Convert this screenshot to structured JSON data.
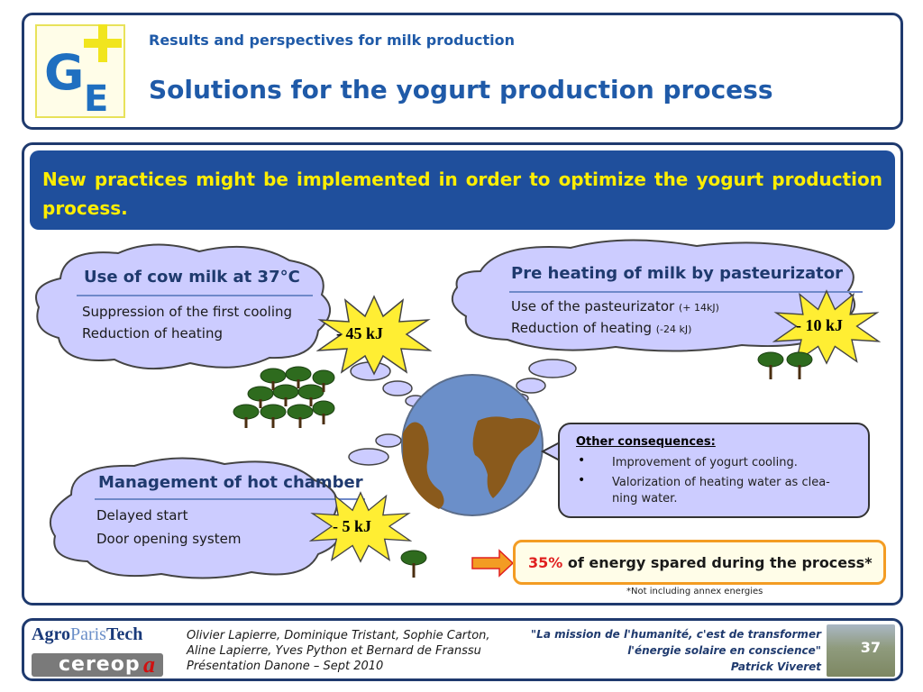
{
  "header": {
    "subtitle": "Results and perspectives for milk production",
    "title": "Solutions for the yogurt production process",
    "logo_g": "G",
    "logo_e": "E"
  },
  "banner": {
    "text": "New practices might be implemented in order to optimize the yogurt production process."
  },
  "clouds": {
    "cow_milk": {
      "title": "Use of cow milk at 37°C",
      "lines": [
        "Suppression of the first cooling",
        "Reduction of heating"
      ],
      "saving": "- 45 kJ"
    },
    "preheat": {
      "title": "Pre heating of milk by pasteurizator",
      "line1": "Use of the pasteurizator",
      "line1_note": "(+ 14kJ)",
      "line2": "Reduction of heating",
      "line2_note": "(-24 kJ)",
      "saving": "- 10 kJ"
    },
    "hot_chamber": {
      "title": "Management of hot chamber",
      "lines": [
        "Delayed start",
        "Door opening system"
      ],
      "saving": "- 5 kJ"
    }
  },
  "consequences": {
    "title": "Other consequences:",
    "items": [
      "Improvement of yogurt cooling.",
      "Valorization of heating water as clea-ning water."
    ]
  },
  "energy": {
    "percent": "35%",
    "text": "of energy spared during the process*",
    "note": "*Not including annex energies"
  },
  "footer": {
    "agro": "Agro",
    "paris": "Paris",
    "tech": "Tech",
    "cereopa": "cereop",
    "cereopa_a": "a",
    "authors": [
      "Olivier Lapierre, Dominique Tristant, Sophie Carton,",
      "Aline Lapierre, Yves Python et Bernard de Franssu",
      "Présentation Danone – Sept 2010"
    ],
    "quote": [
      "\"La mission de l'humanité, c'est de transformer",
      "l'énergie solaire en conscience\"",
      "Patrick Viveret"
    ],
    "page": "37"
  },
  "colors": {
    "frame": "#1f3a6e",
    "banner_bg": "#1f4f9c",
    "banner_text": "#ffee00",
    "cloud_fill": "#ccccff",
    "burst_fill": "#ffee33",
    "accent_orange": "#f39c23",
    "accent_red": "#e02020"
  },
  "icons": [
    "ge-logo",
    "tree-icon",
    "globe-icon",
    "arrow-icon",
    "starburst-icon"
  ]
}
